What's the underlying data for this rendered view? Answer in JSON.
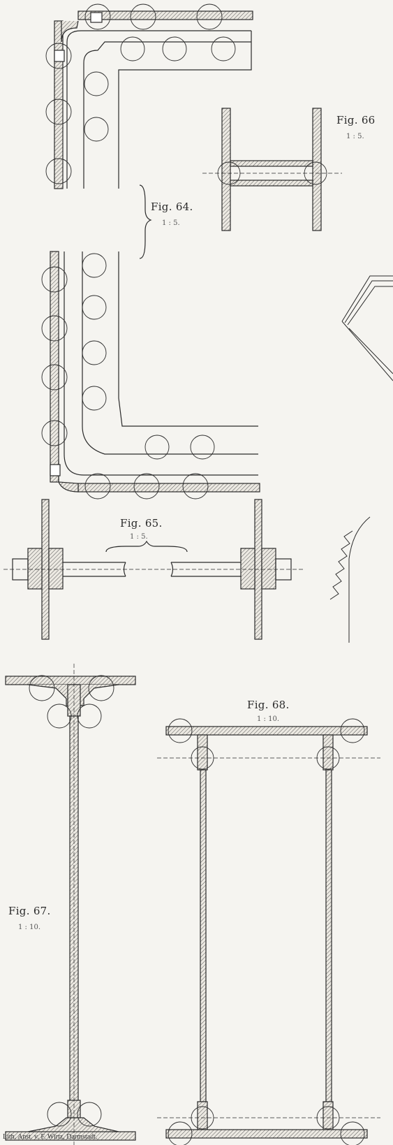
{
  "figures": {
    "fig64": {
      "label": "Fig. 64.",
      "scale": "1 : 5."
    },
    "fig65": {
      "label": "Fig. 65.",
      "scale": "1 : 5."
    },
    "fig66": {
      "label": "Fig. 66",
      "scale": "1 : 5."
    },
    "fig67": {
      "label": "Fig. 67.",
      "scale": "1 : 10."
    },
    "fig68": {
      "label": "Fig. 68.",
      "scale": "1 : 10."
    }
  },
  "imprint": "Lith. Anst. v. F. Wirtz, Darmstadt.",
  "colors": {
    "paper": "#f5f4f0",
    "ink": "#2a2a2a",
    "hatch": "#555555"
  }
}
